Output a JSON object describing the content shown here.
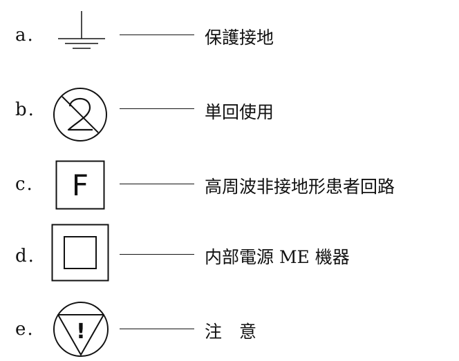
{
  "items": [
    {
      "letter": "a.",
      "label": "保護接地",
      "icon": "protective-earth-icon"
    },
    {
      "letter": "b.",
      "label": "単回使用",
      "icon": "do-not-reuse-icon"
    },
    {
      "letter": "c.",
      "label": "高周波非接地形患者回路",
      "icon": "f-type-applied-part-icon",
      "icon_glyph": "F"
    },
    {
      "letter": "d.",
      "label": "内部電源 ME 機器",
      "icon": "double-square-icon"
    },
    {
      "letter": "e.",
      "label": "注　意",
      "icon": "caution-triangle-icon",
      "icon_glyph": "!"
    }
  ]
}
